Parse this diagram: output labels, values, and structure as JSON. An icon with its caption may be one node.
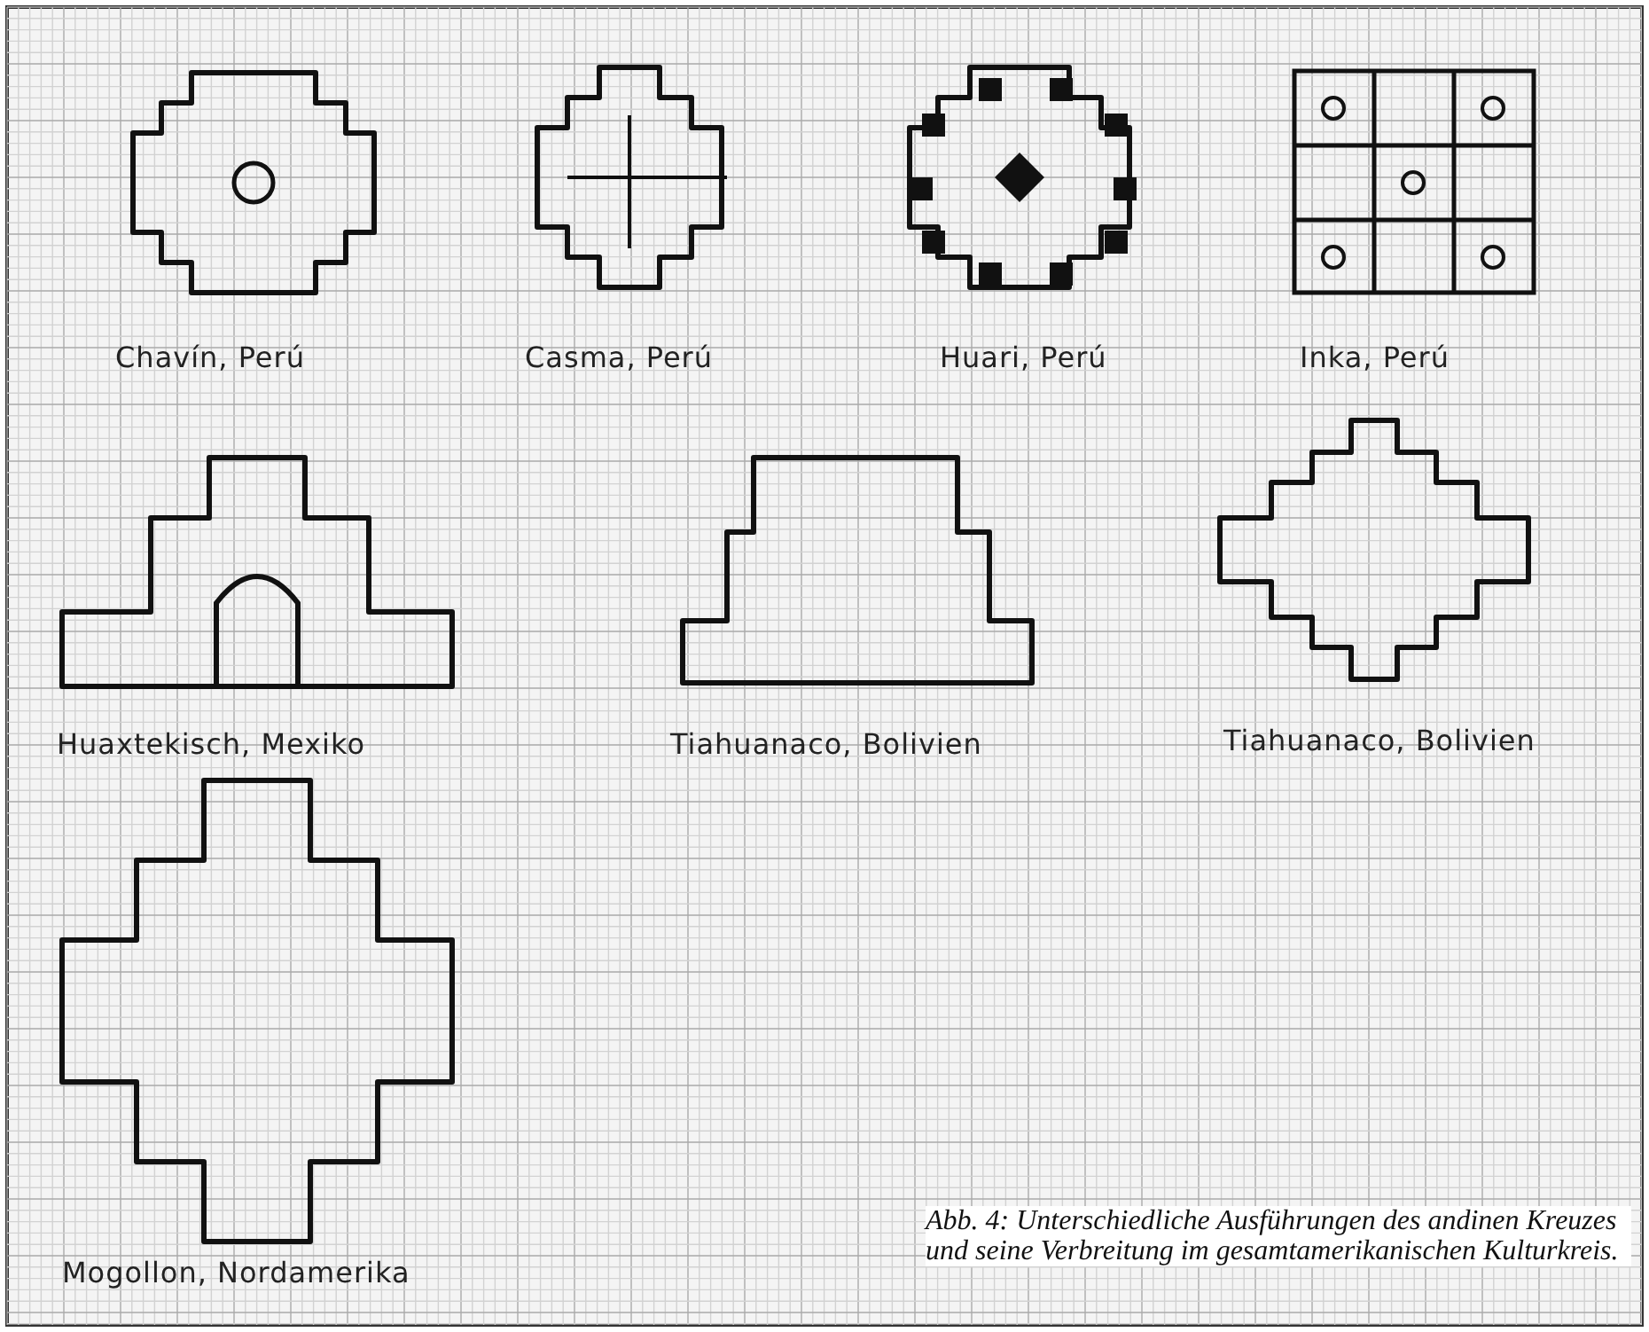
{
  "diagram": {
    "caption": "Abb. 4: Unterschiedliche Ausführungen des andinen Kreuzes und seine Verbreitung im gesamtamerikanischen Kulturkreis.",
    "nodes": [
      {
        "text": [
          "Chavín, Perú"
        ]
      },
      {
        "text": [
          "Casma, Perú"
        ]
      },
      {
        "text": [
          "Huari, Perú"
        ]
      },
      {
        "text": [
          "Inka, Perú"
        ]
      },
      {
        "text": [
          "Huaxtekisch, Mexiko"
        ]
      },
      {
        "text": [
          "Tiahuanaco, Bolivien"
        ]
      },
      {
        "text": [
          "Tiahuanaco, Bolivien"
        ]
      },
      {
        "text": [
          "Mogollon, Nordamerika"
        ]
      }
    ]
  }
}
